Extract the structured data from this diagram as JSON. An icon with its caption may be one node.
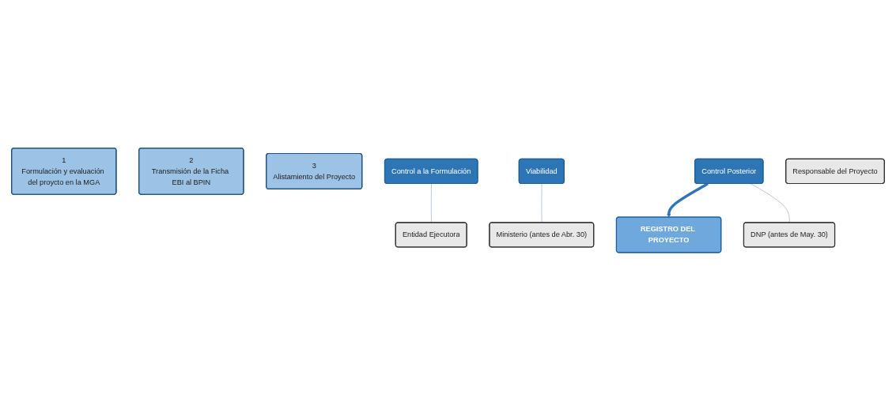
{
  "diagram": {
    "nodes": [
      {
        "text": [
          "1",
          "Formulación y evaluación del proycto en la MGA"
        ]
      },
      {
        "text": [
          "2",
          "Transmisión de la Ficha EBI al BPIN"
        ]
      },
      {
        "text": [
          "3",
          "Alistamiento del Proyecto"
        ]
      },
      {
        "text": [
          "Control a la Formulación"
        ]
      },
      {
        "text": [
          "Viabilidad"
        ]
      },
      {
        "text": [
          "Control Posterior"
        ]
      },
      {
        "text": [
          "REGISTRO DEL PROYECTO"
        ]
      },
      {
        "text": [
          "Responsable del Proyecto"
        ]
      },
      {
        "text": [
          "Entidad Ejecutora"
        ]
      },
      {
        "text": [
          "Ministerio (antes de Abr. 30)"
        ]
      },
      {
        "text": [
          "DNP (antes de May. 30)"
        ]
      }
    ],
    "edges": [
      {
        "from": 5,
        "to": 6,
        "arrow": "to",
        "style": "thick"
      },
      {
        "from": 3,
        "to": 8,
        "arrow": "none"
      },
      {
        "from": 4,
        "to": 9,
        "arrow": "none"
      },
      {
        "from": 5,
        "to": 10,
        "arrow": "none"
      }
    ]
  }
}
